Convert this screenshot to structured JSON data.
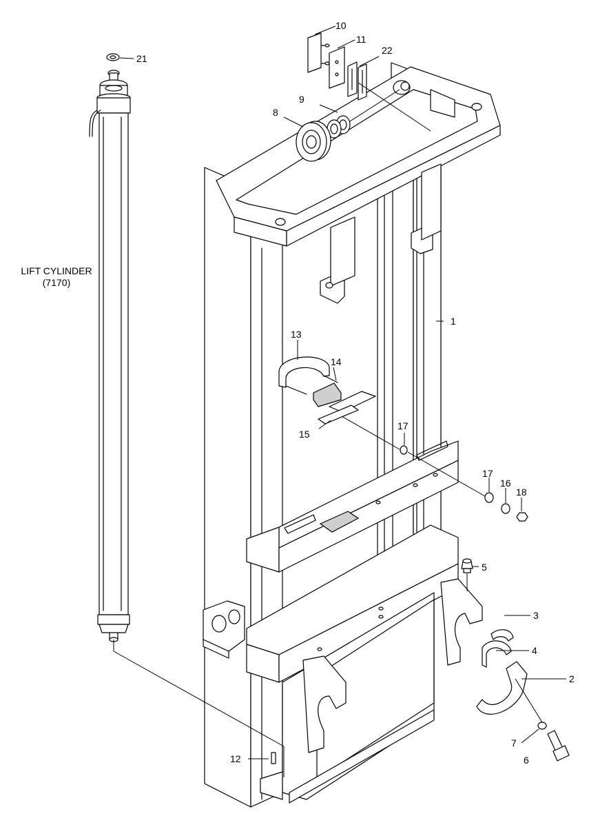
{
  "labels": {
    "lift_cylinder_title": "LIFT CYLINDER",
    "lift_cylinder_code": "(7170)"
  },
  "callouts": {
    "p1": "1",
    "p2": "2",
    "p3": "3",
    "p4": "4",
    "p5": "5",
    "p6": "6",
    "p7": "7",
    "p8": "8",
    "p9": "9",
    "p10": "10",
    "p11": "11",
    "p12": "12",
    "p13": "13",
    "p14": "14",
    "p15": "15",
    "p16": "16",
    "p17a": "17",
    "p17b": "17",
    "p18": "18",
    "p21": "21",
    "p22": "22"
  }
}
